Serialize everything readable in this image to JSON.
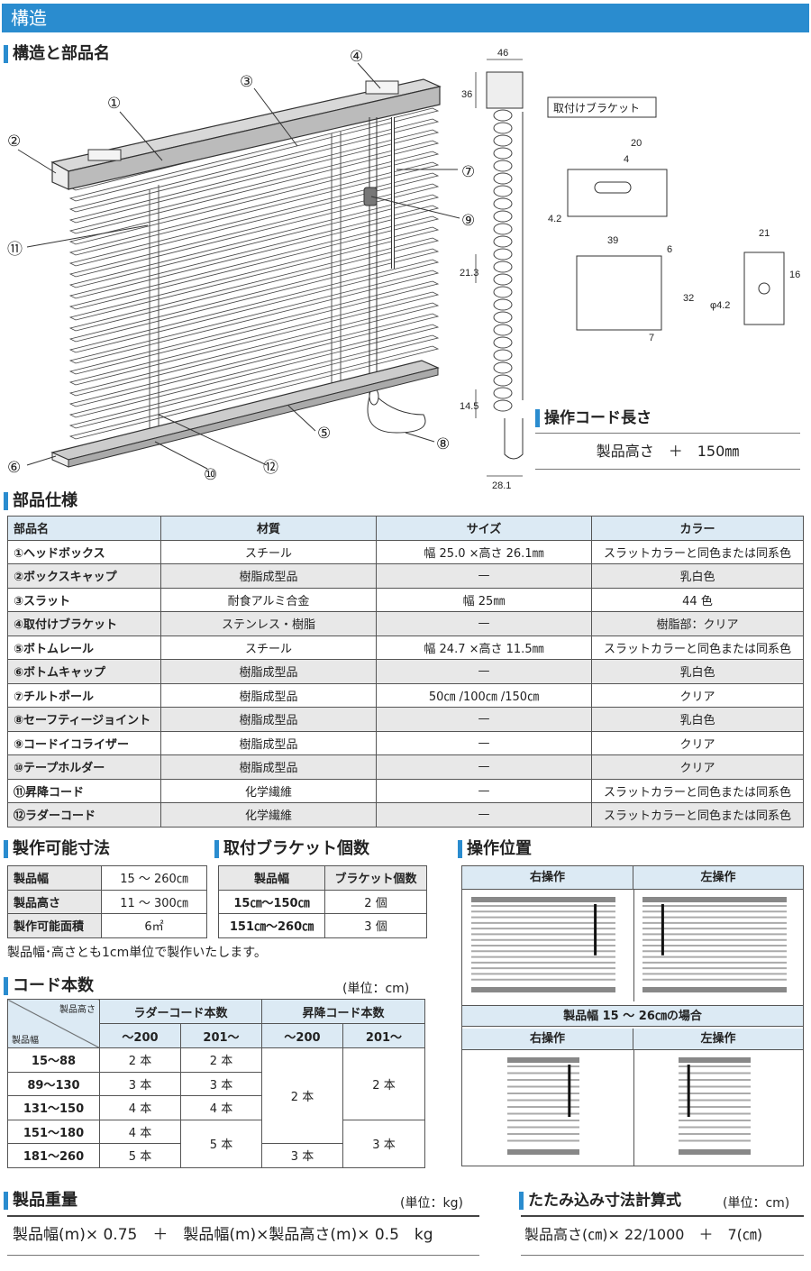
{
  "header": {
    "title": "構造"
  },
  "structure": {
    "title": "構造と部品名",
    "callouts": [
      "①",
      "②",
      "③",
      "④",
      "⑤",
      "⑥",
      "⑦",
      "⑧",
      "⑨",
      "⑩",
      "⑪",
      "⑫"
    ],
    "dims": {
      "d46": "46",
      "d36": "36",
      "d21_3": "21.3",
      "d14_5": "14.5",
      "d28_1": "28.1",
      "d20": "20",
      "d4": "4",
      "d4_2": "4.2",
      "d39": "39",
      "d6": "6",
      "d32": "32",
      "d7": "7",
      "d21": "21",
      "d16": "16",
      "dphi": "φ4.2"
    },
    "bracket_label": "取付けブラケット"
  },
  "cord_length": {
    "title": "操作コード長さ",
    "formula": "製品高さ　＋　150㎜"
  },
  "parts": {
    "title": "部品仕様",
    "headers": [
      "部品名",
      "材質",
      "サイズ",
      "カラー"
    ],
    "rows": [
      [
        "①ヘッドボックス",
        "スチール",
        "幅 25.0 ×高さ 26.1㎜",
        "スラットカラーと同色または同系色"
      ],
      [
        "②ボックスキャップ",
        "樹脂成型品",
        "—",
        "乳白色"
      ],
      [
        "③スラット",
        "耐食アルミ合金",
        "幅 25㎜",
        "44 色"
      ],
      [
        "④取付けブラケット",
        "ステンレス・樹脂",
        "—",
        "樹脂部：クリア"
      ],
      [
        "⑤ボトムレール",
        "スチール",
        "幅 24.7 ×高さ 11.5㎜",
        "スラットカラーと同色または同系色"
      ],
      [
        "⑥ボトムキャップ",
        "樹脂成型品",
        "—",
        "乳白色"
      ],
      [
        "⑦チルトポール",
        "樹脂成型品",
        "50㎝ /100㎝ /150㎝",
        "クリア"
      ],
      [
        "⑧セーフティージョイント",
        "樹脂成型品",
        "—",
        "乳白色"
      ],
      [
        "⑨コードイコライザー",
        "樹脂成型品",
        "—",
        "クリア"
      ],
      [
        "⑩テープホルダー",
        "樹脂成型品",
        "—",
        "クリア"
      ],
      [
        "⑪昇降コード",
        "化学繊維",
        "—",
        "スラットカラーと同色または同系色"
      ],
      [
        "⑫ラダーコード",
        "化学繊維",
        "—",
        "スラットカラーと同色または同系色"
      ]
    ]
  },
  "size": {
    "title": "製作可能寸法",
    "rows": [
      [
        "製品幅",
        "15 ～ 260㎝"
      ],
      [
        "製品高さ",
        "11 ～ 300㎝"
      ],
      [
        "製作可能面積",
        "6㎡"
      ]
    ],
    "note": "製品幅･高さとも1cm単位で製作いたします。"
  },
  "bracket": {
    "title": "取付ブラケット個数",
    "headers": [
      "製品幅",
      "ブラケット個数"
    ],
    "rows": [
      [
        "15㎝～150㎝",
        "2 個"
      ],
      [
        "151㎝～260㎝",
        "3 個"
      ]
    ]
  },
  "cords": {
    "title": "コード本数",
    "unit": "(単位：cm)",
    "corner_top": "製品高さ",
    "corner_bottom": "製品幅",
    "group1": "ラダーコード本数",
    "group2": "昇降コード本数",
    "sub": [
      "～200",
      "201～",
      "～200",
      "201～"
    ],
    "rows": [
      [
        "15～88",
        "2 本",
        "2 本"
      ],
      [
        "89～130",
        "3 本",
        "3 本"
      ],
      [
        "131～150",
        "4 本",
        "4 本"
      ],
      [
        "151～180",
        "4 本"
      ],
      [
        "181～260",
        "5 本"
      ]
    ],
    "merged_ladder_201": "5 本",
    "lift_a": "2 本",
    "lift_b": "2 本",
    "lift_c": "3 本",
    "lift_d": "3 本"
  },
  "operation": {
    "title": "操作位置",
    "right": "右操作",
    "left": "左操作",
    "narrow_caption": "製品幅 15 ～ 26㎝の場合"
  },
  "weight": {
    "title": "製品重量",
    "unit": "(単位：kg)",
    "formula": "製品幅(m)× 0.75　＋　製品幅(m)×製品高さ(m)× 0.5　kg"
  },
  "fold": {
    "title": "たたみ込み寸法計算式",
    "unit": "(単位：cm)",
    "formula": "製品高さ(㎝)× 22/1000　＋　7(㎝)"
  }
}
